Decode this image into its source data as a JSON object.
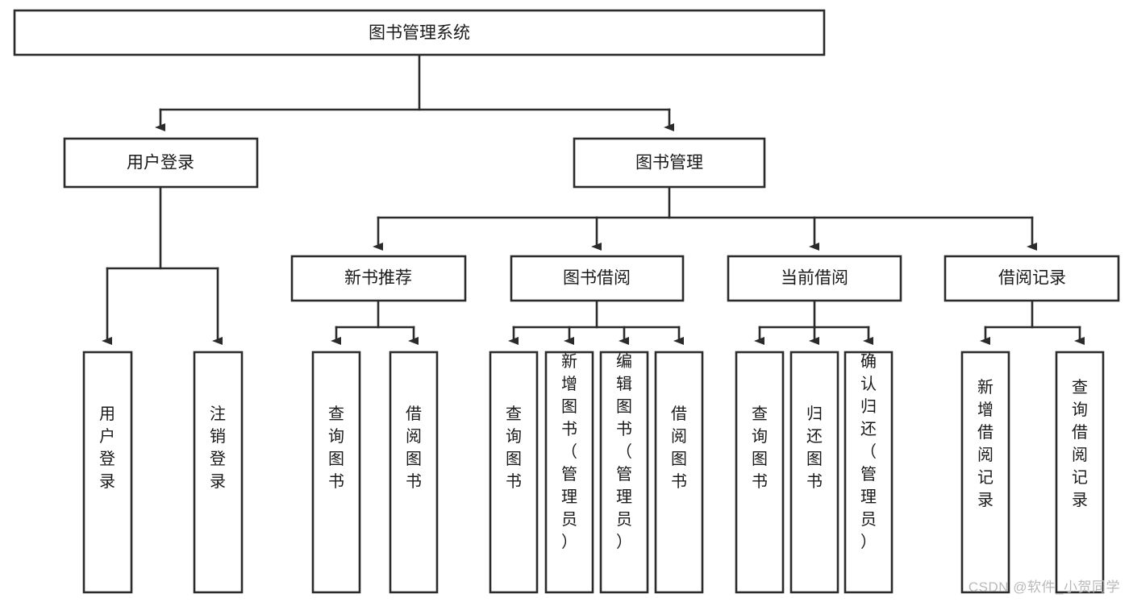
{
  "diagram": {
    "type": "hierarchy-tree",
    "title": "图书管理系统",
    "levels": {
      "root": {
        "id": "root",
        "label": "图书管理系统",
        "orientation": "horizontal"
      },
      "level1": [
        {
          "id": "user-login",
          "label": "用户登录",
          "orientation": "horizontal"
        },
        {
          "id": "book-manage",
          "label": "图书管理",
          "orientation": "horizontal"
        }
      ],
      "level2": [
        {
          "id": "new-book-recommend",
          "label": "新书推荐",
          "orientation": "horizontal",
          "parent": "book-manage"
        },
        {
          "id": "book-borrow",
          "label": "图书借阅",
          "orientation": "horizontal",
          "parent": "book-manage"
        },
        {
          "id": "current-borrow",
          "label": "当前借阅",
          "orientation": "horizontal",
          "parent": "book-manage"
        },
        {
          "id": "borrow-record",
          "label": "借阅记录",
          "orientation": "horizontal",
          "parent": "book-manage"
        }
      ],
      "leaves": [
        {
          "id": "leaf-user-login",
          "label": "用户登录",
          "orientation": "vertical",
          "parent": "user-login"
        },
        {
          "id": "leaf-logout",
          "label": "注销登录",
          "orientation": "vertical",
          "parent": "user-login"
        },
        {
          "id": "leaf-query-book-1",
          "label": "查询图书",
          "orientation": "vertical",
          "parent": "new-book-recommend"
        },
        {
          "id": "leaf-borrow-book-1",
          "label": "借阅图书",
          "orientation": "vertical",
          "parent": "new-book-recommend"
        },
        {
          "id": "leaf-query-book-2",
          "label": "查询图书",
          "orientation": "vertical",
          "parent": "book-borrow"
        },
        {
          "id": "leaf-add-book",
          "label": "新增图书（管理员）",
          "orientation": "vertical",
          "parent": "book-borrow"
        },
        {
          "id": "leaf-edit-book",
          "label": "编辑图书（管理员）",
          "orientation": "vertical",
          "parent": "book-borrow"
        },
        {
          "id": "leaf-borrow-book-2",
          "label": "借阅图书",
          "orientation": "vertical",
          "parent": "book-borrow"
        },
        {
          "id": "leaf-query-book-3",
          "label": "查询图书",
          "orientation": "vertical",
          "parent": "current-borrow"
        },
        {
          "id": "leaf-return-book",
          "label": "归还图书",
          "orientation": "vertical",
          "parent": "current-borrow"
        },
        {
          "id": "leaf-confirm-return",
          "label": "确认归还（管理员）",
          "orientation": "vertical",
          "parent": "current-borrow"
        },
        {
          "id": "leaf-add-record",
          "label": "新增借阅记录",
          "orientation": "vertical",
          "parent": "borrow-record"
        },
        {
          "id": "leaf-query-record",
          "label": "查询借阅记录",
          "orientation": "vertical",
          "parent": "borrow-record"
        }
      ]
    },
    "colors": {
      "stroke": "#2b2b2b",
      "fill": "#ffffff",
      "text": "#1a1a1a",
      "watermark": "#b9b9b9"
    }
  },
  "watermark": {
    "text": "CSDN @软件_小贺同学"
  }
}
